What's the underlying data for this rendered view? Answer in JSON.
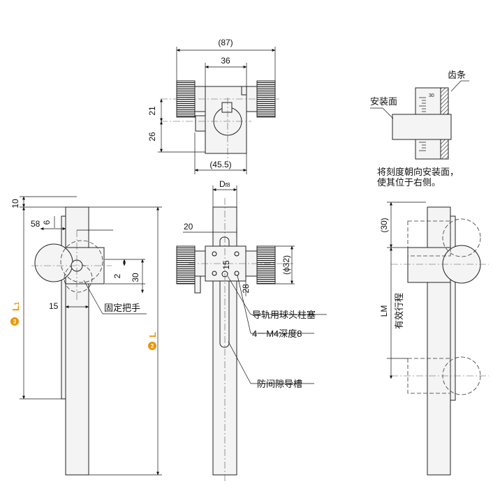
{
  "dims": {
    "top_width_87": "(87)",
    "top_width_36": "36",
    "top_height_21": "21",
    "top_height_26": "26",
    "top_bottom_45_5": "(45.5)",
    "scale_30": "30",
    "drf8_d": "D",
    "drf8_sub": "f8",
    "front_20": "20",
    "front_15": "15",
    "front_28": "28",
    "front_phi32": "(ϕ32)",
    "left_10": "10",
    "left_6": "6",
    "left_58": "58",
    "left_2": "2",
    "left_30": "30",
    "left_15": "15",
    "right_30": "(30)",
    "lm": "LM"
  },
  "labels": {
    "rack": "齿条",
    "mounting_face": "安装面",
    "scale_note_line1": "将刻度朝向安装面，",
    "scale_note_line2": "使其位于右侧。",
    "fixed_handle": "固定把手",
    "ball_plunger": "导轨用球头柱塞",
    "screw_holes": "4－M4深度8",
    "anti_gap_groove": "防间隙导槽",
    "effective_travel": "有效行程",
    "l1_letter": "L",
    "l1_sub": "1",
    "l_letter": "L"
  },
  "badges": {
    "l1_num": "3",
    "l_num": "2",
    "badge_color": "#e8960c"
  }
}
